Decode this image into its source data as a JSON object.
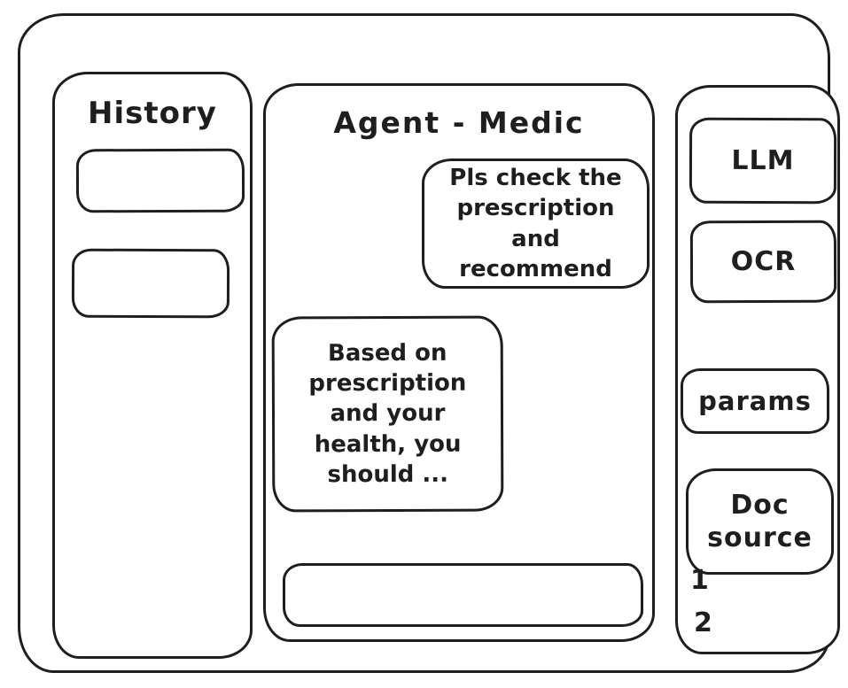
{
  "colors": {
    "stroke": "#1e1e1e",
    "surface": "#ffffff"
  },
  "history": {
    "title": "History",
    "items": [
      {
        "label": ""
      },
      {
        "label": ""
      }
    ]
  },
  "chat": {
    "title": "Agent - Medic",
    "messages": [
      {
        "role": "user",
        "text": "Pls check the prescription and recommend"
      },
      {
        "role": "assistant",
        "text": "Based on prescription and your health, you should ..."
      }
    ],
    "input": {
      "value": "",
      "placeholder": ""
    }
  },
  "tools": {
    "items": [
      {
        "label": "LLM"
      },
      {
        "label": "OCR"
      },
      {
        "label": "params"
      },
      {
        "label": "Doc source"
      }
    ],
    "doc_source_items": [
      "1",
      "2"
    ]
  }
}
